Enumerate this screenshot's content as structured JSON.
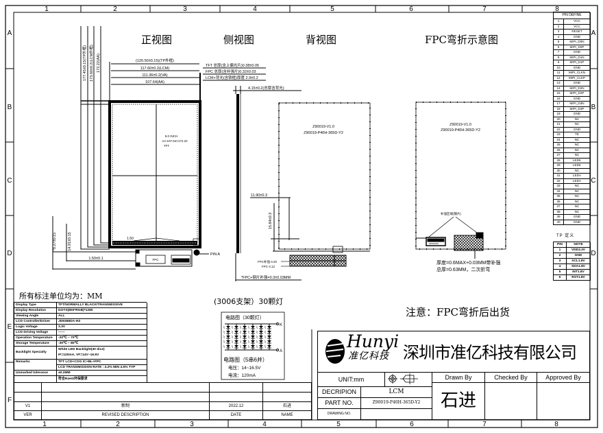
{
  "sheet": {
    "columns_top": [
      "1",
      "2",
      "3",
      "4",
      "5",
      "6",
      "7",
      "8"
    ],
    "columns_bottom": [
      "1",
      "2",
      "3",
      "4",
      "5",
      "6",
      "7",
      "8"
    ],
    "rows_left": [
      "A",
      "B",
      "C",
      "D",
      "E",
      "F"
    ],
    "rows_right": [
      "A",
      "B",
      "C",
      "D"
    ]
  },
  "views": {
    "front": "正视图",
    "side": "侧视图",
    "back": "背视图",
    "fpc": "FPC弯折示意图"
  },
  "front_view": {
    "dims_top": [
      "(120.50±0.15)(TP外框)",
      "117.60±0.2(LCM)",
      "111.36±0.2(VA)",
      "107.64(AA)"
    ],
    "dims_left": [
      "177.45±0.15(TP外框)",
      "173.60±0.2(LCM外框)",
      "172.22(AA)"
    ],
    "dims_bottom_left": [
      "*8.27±0.15",
      "14.91±0.15",
      "1.50±0.1"
    ],
    "center_text": [
      "8.0 INCH",
      "AA:107.64×172.22",
      "TFT"
    ],
    "small_label": "1.50",
    "fpc_label": "FPC",
    "pin_label": "PIN A"
  },
  "side_view": {
    "dims": [
      "TFT 总厚(含上偏光片)0.38±0.05",
      "FPC 总厚(含补强片)0.32±0.03",
      "LCM+背光(含铁框)厚度 2.9±0.2"
    ],
    "total": "4.15±0.2(总厚含背光)",
    "fpc_note": "*FPC+钢片补强=0.3±0.03MM"
  },
  "back_view": {
    "label_lines": [
      "Z90019-V1.0",
      "Z90019-P40H-365D-Y2"
    ],
    "dim_h": "11.90±0.3",
    "dim_v": "15.84±0.3",
    "fpc_labels": [
      "FPC补强 0.20",
      "FPC 0.12"
    ]
  },
  "fpc_view": {
    "label_lines": [
      "Z90019-V1.0",
      "Z90019-P40H-365D-Y2"
    ],
    "stiffener": "补强区域(钢片)",
    "notes": [
      "厚度=0.6MAX+0.03MM带补强",
      "总厚=0.63MM，二次折弯"
    ]
  },
  "pin_table": {
    "header": "PIN DEFINE",
    "rows": [
      {
        "no": "1",
        "name": "VCC"
      },
      {
        "no": "2",
        "name": "VCC"
      },
      {
        "no": "3",
        "name": "RESET"
      },
      {
        "no": "4",
        "name": "GND"
      },
      {
        "no": "5",
        "name": "MIPI_D0N"
      },
      {
        "no": "6",
        "name": "MIPI_D0P"
      },
      {
        "no": "7",
        "name": "GND"
      },
      {
        "no": "8",
        "name": "MIPI_D1N"
      },
      {
        "no": "9",
        "name": "MIPI_D1P"
      },
      {
        "no": "10",
        "name": "GND"
      },
      {
        "no": "11",
        "name": "MIPI_CLKN"
      },
      {
        "no": "12",
        "name": "MIPI_CLKP"
      },
      {
        "no": "13",
        "name": "GND"
      },
      {
        "no": "14",
        "name": "MIPI_D2N"
      },
      {
        "no": "15",
        "name": "MIPI_D2P"
      },
      {
        "no": "16",
        "name": "GND"
      },
      {
        "no": "17",
        "name": "MIPI_D3N"
      },
      {
        "no": "18",
        "name": "MIPI_D3P"
      },
      {
        "no": "19",
        "name": "GND"
      },
      {
        "no": "20",
        "name": "NC"
      },
      {
        "no": "21",
        "name": "NC"
      },
      {
        "no": "22",
        "name": "GND"
      },
      {
        "no": "23",
        "name": "TE"
      },
      {
        "no": "24",
        "name": "NC"
      },
      {
        "no": "25",
        "name": "NC"
      },
      {
        "no": "26",
        "name": "NC"
      },
      {
        "no": "27",
        "name": "NC"
      },
      {
        "no": "28",
        "name": "LEDK"
      },
      {
        "no": "29",
        "name": "LEDK"
      },
      {
        "no": "30",
        "name": "NC"
      },
      {
        "no": "31",
        "name": "LEDA"
      },
      {
        "no": "32",
        "name": "LEDA"
      },
      {
        "no": "33",
        "name": "NC"
      },
      {
        "no": "34",
        "name": "NC"
      },
      {
        "no": "35",
        "name": "NC"
      },
      {
        "no": "36",
        "name": "NC"
      },
      {
        "no": "37",
        "name": "NC"
      },
      {
        "no": "38",
        "name": "NC"
      },
      {
        "no": "39",
        "name": "GND"
      },
      {
        "no": "40",
        "name": "GND"
      }
    ]
  },
  "tp_table": {
    "title": "TP 定义",
    "header": [
      "PIN",
      "NOTE"
    ],
    "rows": [
      {
        "no": "1",
        "name": "VDD3.3V"
      },
      {
        "no": "2",
        "name": "GND"
      },
      {
        "no": "3",
        "name": "SCL1.8V"
      },
      {
        "no": "4",
        "name": "SDA1.8V"
      },
      {
        "no": "5",
        "name": "INT1.8V"
      },
      {
        "no": "6",
        "name": "RST1.8V"
      }
    ]
  },
  "spec": {
    "title": "所有标注单位均为：MM",
    "rows": [
      {
        "label": "Display Type",
        "value": "TFT/NORMALLY BLACK/TRANSMISSIVE"
      },
      {
        "label": "Display Resolution",
        "value": "DOTS(800*RGB)*1280"
      },
      {
        "label": "Viewing Angle",
        "value": "ALL"
      },
      {
        "label": "LCD Controller/Driver",
        "value": "JD9365DA-H3"
      },
      {
        "label": "Logic Voltage",
        "value": "3.3V"
      },
      {
        "label": "LCD Driving Voltage",
        "value": "------"
      },
      {
        "label": "Operation Temperature",
        "value": "-20℃ ~ 70℃"
      },
      {
        "label": "Storage Temperature",
        "value": "-30℃ ~ 80℃"
      },
      {
        "label": "Backlight Specialty",
        "value": "White LED Backlight(30 dice)",
        "value2": "IF=120mA, VF=14V~16.5V"
      },
      {
        "label": "Remarks",
        "value": "TFT LCD+COG IC+BL+FPC",
        "value2": "LCD TRANSMISSION RATE : 4.2% MIN 4.5% TYP"
      },
      {
        "label": "Unmarked tolerance",
        "value": "±0.2MM"
      },
      {
        "label": "",
        "value": "符合RoHS环保要求"
      }
    ]
  },
  "circuit": {
    "title": "(3006支架）30颗灯",
    "diagram_title": "电路图（30颗灯）",
    "cathode": "K",
    "anode": "A",
    "config": "电路图（5串6并）",
    "voltage": "电压：14~16.5V",
    "current": "电流：120mA"
  },
  "note": "注意：FPC弯折后出货",
  "revision": {
    "rows": [
      {
        "ver": "",
        "desc": "",
        "date": "",
        "name": ""
      },
      {
        "ver": "",
        "desc": "",
        "date": "",
        "name": ""
      },
      {
        "ver": "V1",
        "desc": "新制",
        "date": "2022.12",
        "name": "石进"
      }
    ],
    "header": {
      "ver": "VER",
      "desc": "REVISED DESCRIPTION",
      "date": "DATE",
      "name": "NAME"
    }
  },
  "title_block": {
    "logo_text": "Hunyi",
    "logo_sub": "准亿科技",
    "company": "深圳市准亿科技有限公司",
    "unit": "UNIT:mm",
    "desc_label": "DECRIPION",
    "desc_value": "LCM",
    "part_label": "PART NO.",
    "part_value": "Z90019-P40H-365D-Y2",
    "drawing_label": "DRAWING NO.",
    "drawing_value": "",
    "drawn_by_label": "Drawn By",
    "checked_by_label": "Checked By",
    "approved_by_label": "Approved By",
    "drawn_by": "石进",
    "checked_by": "",
    "approved_by": "",
    "projection_icon": "first-angle-projection-icon"
  }
}
